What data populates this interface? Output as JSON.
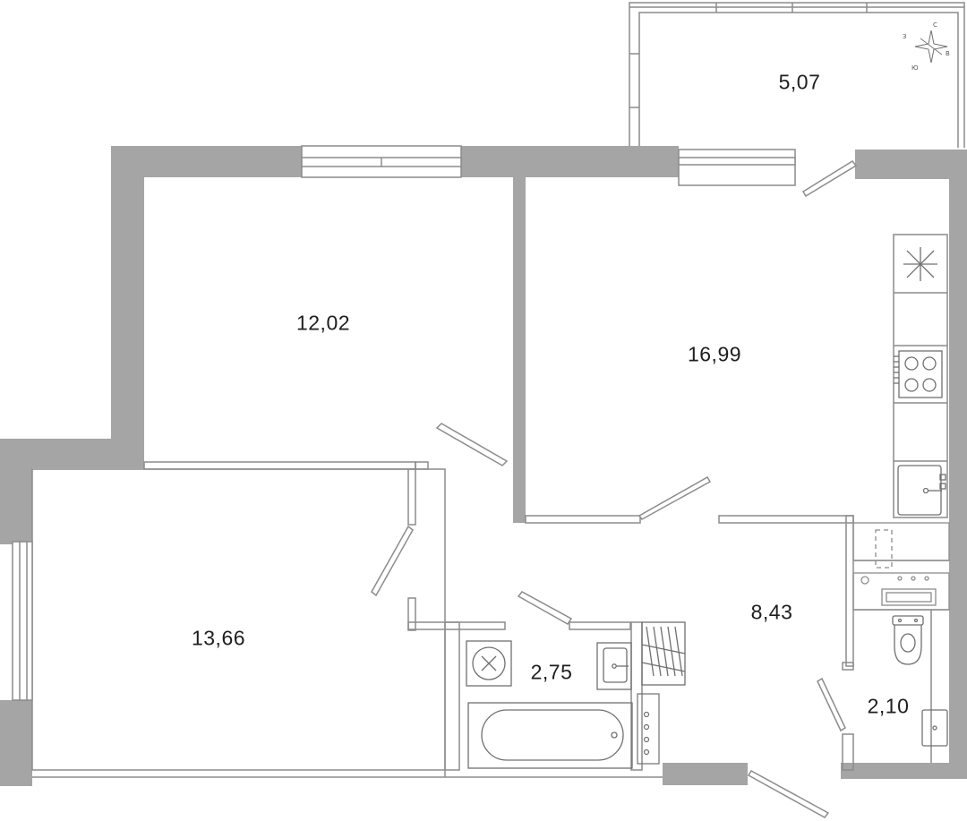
{
  "rooms": {
    "balcony": {
      "area": "5,07"
    },
    "bedroom": {
      "area": "12,02"
    },
    "kitchen_living": {
      "area": "16,99"
    },
    "living_room": {
      "area": "13,66"
    },
    "hallway": {
      "area": "8,43"
    },
    "bathroom": {
      "area": "2,75"
    },
    "toilet": {
      "area": "2,10"
    }
  },
  "compass": {
    "north": "С",
    "west": "З",
    "east": "В",
    "south": "Ю"
  },
  "colors": {
    "wall": "#a5a5a5",
    "line": "#8c8c8c",
    "fixture": "#707070"
  }
}
